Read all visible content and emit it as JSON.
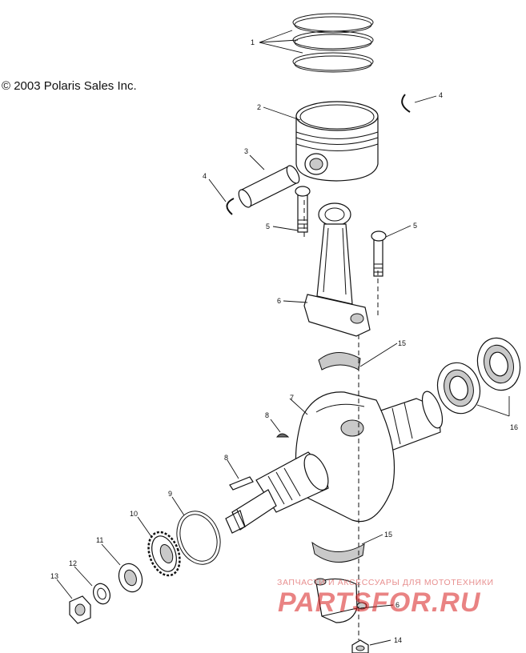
{
  "copyright": "© 2003 Polaris Sales Inc.",
  "callouts": {
    "c1": "1",
    "c2": "2",
    "c3": "3",
    "c4a": "4",
    "c4b": "4",
    "c5a": "5",
    "c5b": "5",
    "c6a": "6",
    "c6b": "6",
    "c7": "7",
    "c8a": "8",
    "c8b": "8",
    "c9": "9",
    "c10": "10",
    "c11": "11",
    "c12": "12",
    "c13": "13",
    "c14": "14",
    "c15a": "15",
    "c15b": "15",
    "c16": "16"
  },
  "watermark": {
    "tagline": "ЗАПЧАСТИ И АКСЕССУАРЫ ДЛЯ МОТОТЕХНИКИ",
    "logo": "PARTSFOR.RU"
  }
}
